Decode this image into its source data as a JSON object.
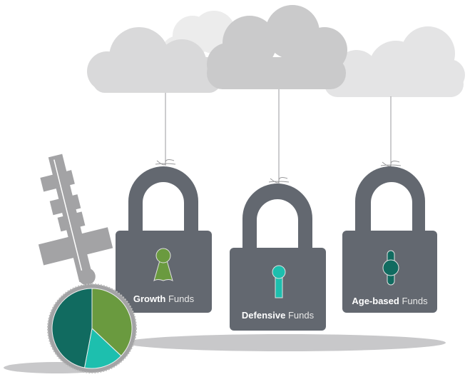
{
  "locks": [
    {
      "bold": "Growth",
      "rest": "Funds",
      "keyhole_color": "#6a9a3f"
    },
    {
      "bold": "Defensive",
      "rest": "Funds",
      "keyhole_color": "#1dbfae"
    },
    {
      "bold": "Age-based",
      "rest": "Funds",
      "keyhole_color": "#116b60"
    }
  ],
  "pie": {
    "slices": [
      {
        "name": "growth",
        "fraction": 0.37,
        "color": "#6a9a3f"
      },
      {
        "name": "defensive",
        "fraction": 0.16,
        "color": "#1dbfae"
      },
      {
        "name": "age-based",
        "fraction": 0.47,
        "color": "#116b60"
      }
    ]
  },
  "colors": {
    "lock": "#636870",
    "cloud": "#d9d9da",
    "shadow": "#c8c8ca",
    "key": "#a3a3a5"
  }
}
